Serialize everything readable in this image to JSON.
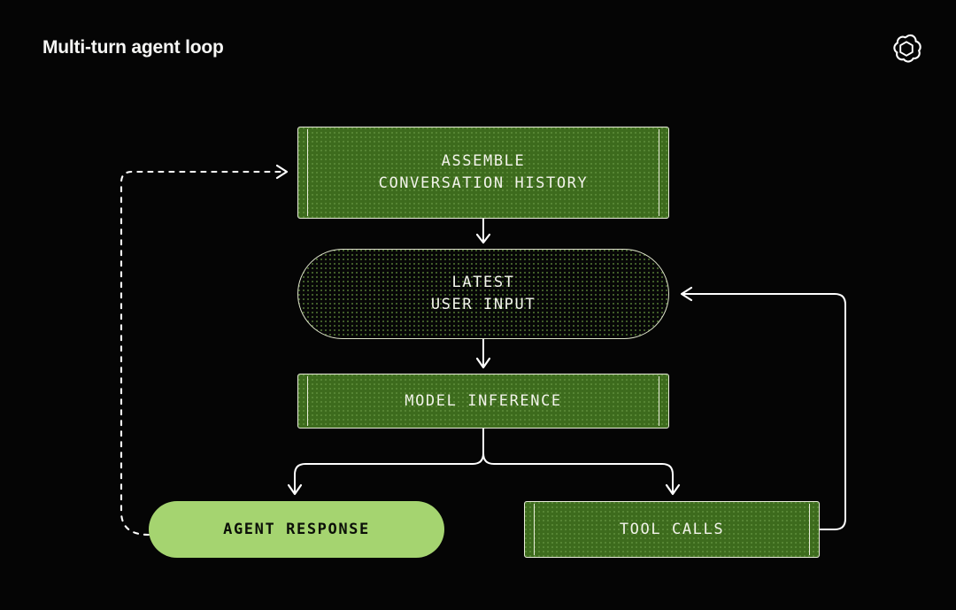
{
  "header": {
    "title": "Multi-turn agent loop",
    "logo_name": "openai-logo"
  },
  "diagram": {
    "type": "flowchart",
    "orientation": "top-to-bottom",
    "background": "#050505",
    "colors": {
      "process_fill": "#3d6b1d",
      "process_border": "#e8ecd9",
      "process_text": "#f2f3ea",
      "dark_pill_fill": "#070707",
      "dark_pill_border": "#dfe4cb",
      "highlight_fill": "#a5d470",
      "highlight_text": "#0b0f08",
      "connector": "#ffffff",
      "title_text": "#f7f7f5"
    },
    "nodes": [
      {
        "id": "assemble",
        "label": "ASSEMBLE\nCONVERSATION HISTORY",
        "shape": "box"
      },
      {
        "id": "latest",
        "label": "LATEST\nUSER INPUT",
        "shape": "stadium"
      },
      {
        "id": "model",
        "label": "MODEL INFERENCE",
        "shape": "box"
      },
      {
        "id": "agent",
        "label": "AGENT RESPONSE",
        "shape": "stadium-filled"
      },
      {
        "id": "tool",
        "label": "TOOL CALLS",
        "shape": "box"
      }
    ],
    "edges": [
      {
        "from": "assemble",
        "to": "latest",
        "style": "solid",
        "arrow": "down"
      },
      {
        "from": "latest",
        "to": "model",
        "style": "solid",
        "arrow": "down"
      },
      {
        "from": "model",
        "to": "agent",
        "style": "solid",
        "arrow": "down-left-branch"
      },
      {
        "from": "model",
        "to": "tool",
        "style": "solid",
        "arrow": "down-right-branch"
      },
      {
        "from": "tool",
        "to": "latest",
        "style": "solid",
        "arrow": "left",
        "path": "right-up-around"
      },
      {
        "from": "agent",
        "to": "assemble",
        "style": "dashed",
        "arrow": "right",
        "path": "left-up-around"
      }
    ]
  }
}
